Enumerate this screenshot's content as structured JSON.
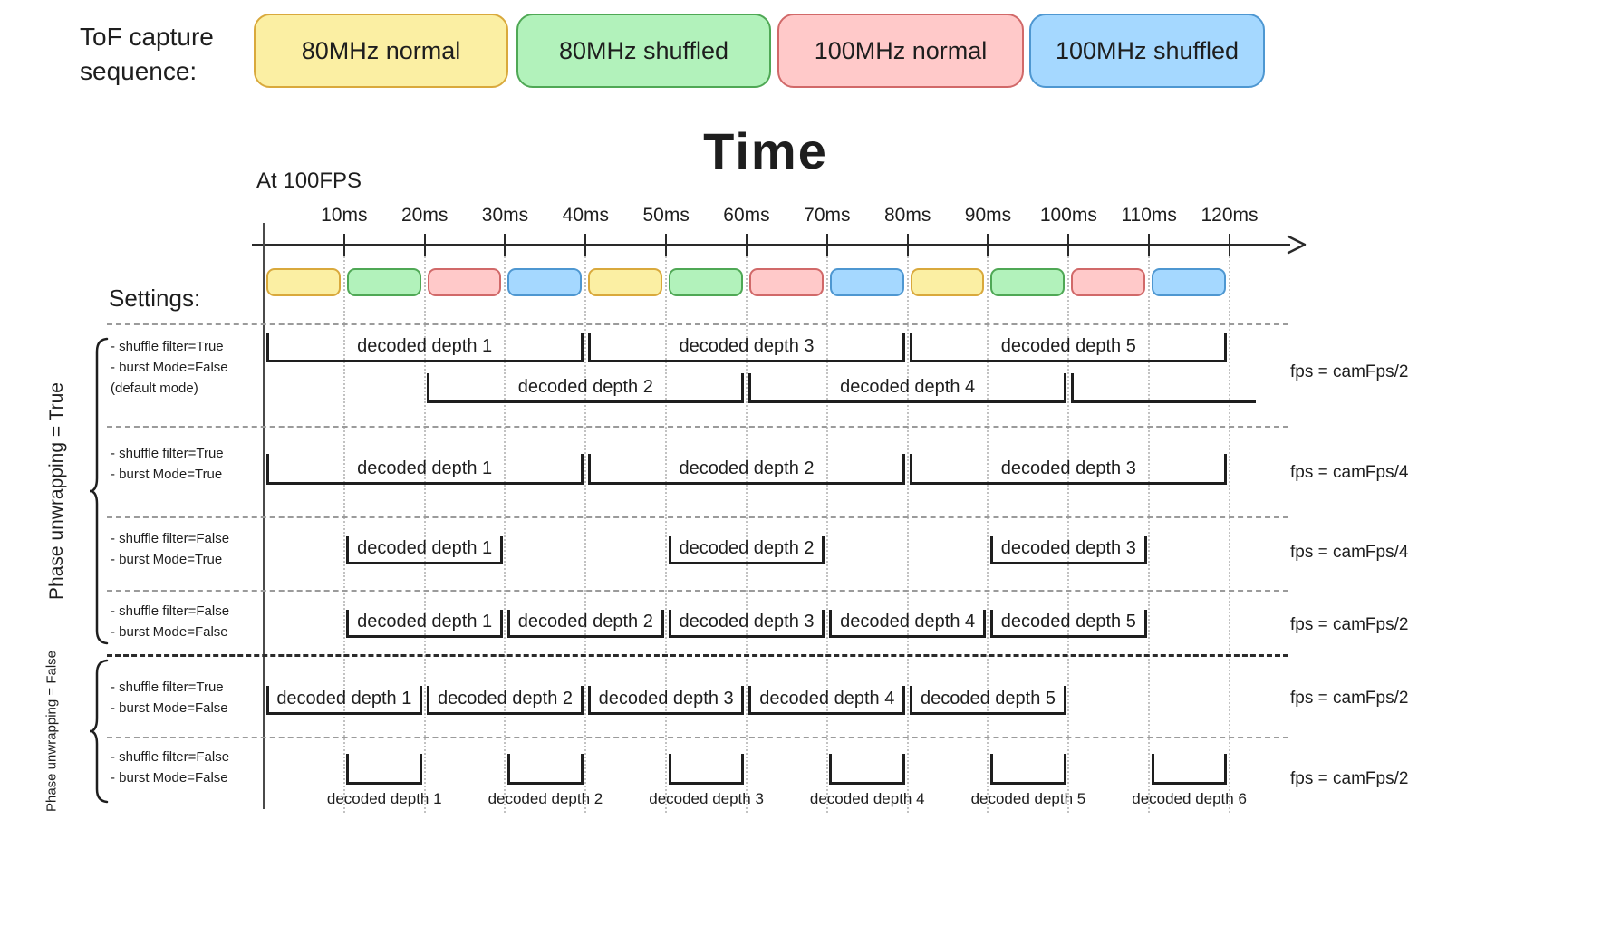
{
  "ink": "#1e1e1e",
  "legend": {
    "title_lines": [
      "ToF capture",
      "sequence:"
    ],
    "items": [
      {
        "label": "80MHz normal",
        "fill": "#FBEFA3",
        "stroke": "#D9A93C"
      },
      {
        "label": "80MHz shuffled",
        "fill": "#B2F2BB",
        "stroke": "#4FA855"
      },
      {
        "label": "100MHz normal",
        "fill": "#FFC9C9",
        "stroke": "#D16969"
      },
      {
        "label": "100MHz shuffled",
        "fill": "#A5D8FF",
        "stroke": "#4E97D1"
      }
    ]
  },
  "timeline": {
    "title": "Time",
    "fps_note": "At 100FPS",
    "settings_label": "Settings:",
    "ticks": [
      {
        "ms": 10,
        "label": "10ms"
      },
      {
        "ms": 20,
        "label": "20ms"
      },
      {
        "ms": 30,
        "label": "30ms"
      },
      {
        "ms": 40,
        "label": "40ms"
      },
      {
        "ms": 50,
        "label": "50ms"
      },
      {
        "ms": 60,
        "label": "60ms"
      },
      {
        "ms": 70,
        "label": "70ms"
      },
      {
        "ms": 80,
        "label": "80ms"
      },
      {
        "ms": 90,
        "label": "90ms"
      },
      {
        "ms": 100,
        "label": "100ms"
      },
      {
        "ms": 110,
        "label": "110ms"
      },
      {
        "ms": 120,
        "label": "120ms"
      }
    ],
    "capture_sequence": [
      0,
      1,
      2,
      3,
      0,
      1,
      2,
      3,
      0,
      1,
      2,
      3
    ]
  },
  "groups": [
    {
      "label": "Phase unwrapping = True"
    },
    {
      "label": "Phase unwrapping = False"
    }
  ],
  "rows": [
    {
      "settings": [
        "- shuffle filter=True",
        "- burst Mode=False",
        "(default mode)"
      ],
      "fps": "fps = camFps/2",
      "label_pos": "inside",
      "lanes": [
        {
          "spans": [
            {
              "label": "decoded depth 1",
              "start": 0,
              "end": 40
            },
            {
              "label": "decoded depth 3",
              "start": 40,
              "end": 80
            },
            {
              "label": "decoded depth 5",
              "start": 80,
              "end": 120
            }
          ]
        },
        {
          "spans": [
            {
              "label": "decoded depth 2",
              "start": 20,
              "end": 60
            },
            {
              "label": "decoded depth 4",
              "start": 60,
              "end": 100
            },
            {
              "label": "",
              "start": 100,
              "end": 123.5,
              "open_right": true
            }
          ]
        }
      ]
    },
    {
      "settings": [
        "- shuffle filter=True",
        "- burst Mode=True"
      ],
      "fps": "fps = camFps/4",
      "label_pos": "inside",
      "lanes": [
        {
          "spans": [
            {
              "label": "decoded depth 1",
              "start": 0,
              "end": 40
            },
            {
              "label": "decoded depth 2",
              "start": 40,
              "end": 80
            },
            {
              "label": "decoded depth 3",
              "start": 80,
              "end": 120
            }
          ]
        }
      ]
    },
    {
      "settings": [
        "- shuffle filter=False",
        "- burst Mode=True"
      ],
      "fps": "fps = camFps/4",
      "label_pos": "inside",
      "lanes": [
        {
          "spans": [
            {
              "label": "decoded depth 1",
              "start": 10,
              "end": 30
            },
            {
              "label": "decoded depth 2",
              "start": 50,
              "end": 70
            },
            {
              "label": "decoded depth 3",
              "start": 90,
              "end": 110
            }
          ]
        }
      ]
    },
    {
      "settings": [
        "- shuffle filter=False",
        "- burst Mode=False"
      ],
      "fps": "fps = camFps/2",
      "label_pos": "inside",
      "lanes": [
        {
          "spans": [
            {
              "label": "decoded depth 1",
              "start": 10,
              "end": 30
            },
            {
              "label": "decoded depth 2",
              "start": 30,
              "end": 50
            },
            {
              "label": "decoded depth 3",
              "start": 50,
              "end": 70
            },
            {
              "label": "decoded depth 4",
              "start": 70,
              "end": 90
            },
            {
              "label": "decoded depth 5",
              "start": 90,
              "end": 110
            }
          ]
        }
      ]
    },
    {
      "settings": [
        "- shuffle filter=True",
        "- burst Mode=False"
      ],
      "fps": "fps = camFps/2",
      "label_pos": "inside",
      "lanes": [
        {
          "spans": [
            {
              "label": "decoded depth 1",
              "start": 0,
              "end": 20
            },
            {
              "label": "decoded depth 2",
              "start": 20,
              "end": 40
            },
            {
              "label": "decoded depth 3",
              "start": 40,
              "end": 60
            },
            {
              "label": "decoded depth 4",
              "start": 60,
              "end": 80
            },
            {
              "label": "decoded depth 5",
              "start": 80,
              "end": 100
            }
          ]
        }
      ]
    },
    {
      "settings": [
        "- shuffle filter=False",
        "- burst Mode=False"
      ],
      "fps": "fps = camFps/2",
      "label_pos": "below",
      "lanes": [
        {
          "spans": [
            {
              "label": "decoded depth 1",
              "start": 10,
              "end": 20
            },
            {
              "label": "decoded depth 2",
              "start": 30,
              "end": 40
            },
            {
              "label": "decoded depth 3",
              "start": 50,
              "end": 60
            },
            {
              "label": "decoded depth 4",
              "start": 70,
              "end": 80
            },
            {
              "label": "decoded depth 5",
              "start": 90,
              "end": 100
            },
            {
              "label": "decoded depth 6",
              "start": 110,
              "end": 120
            }
          ]
        }
      ]
    }
  ]
}
